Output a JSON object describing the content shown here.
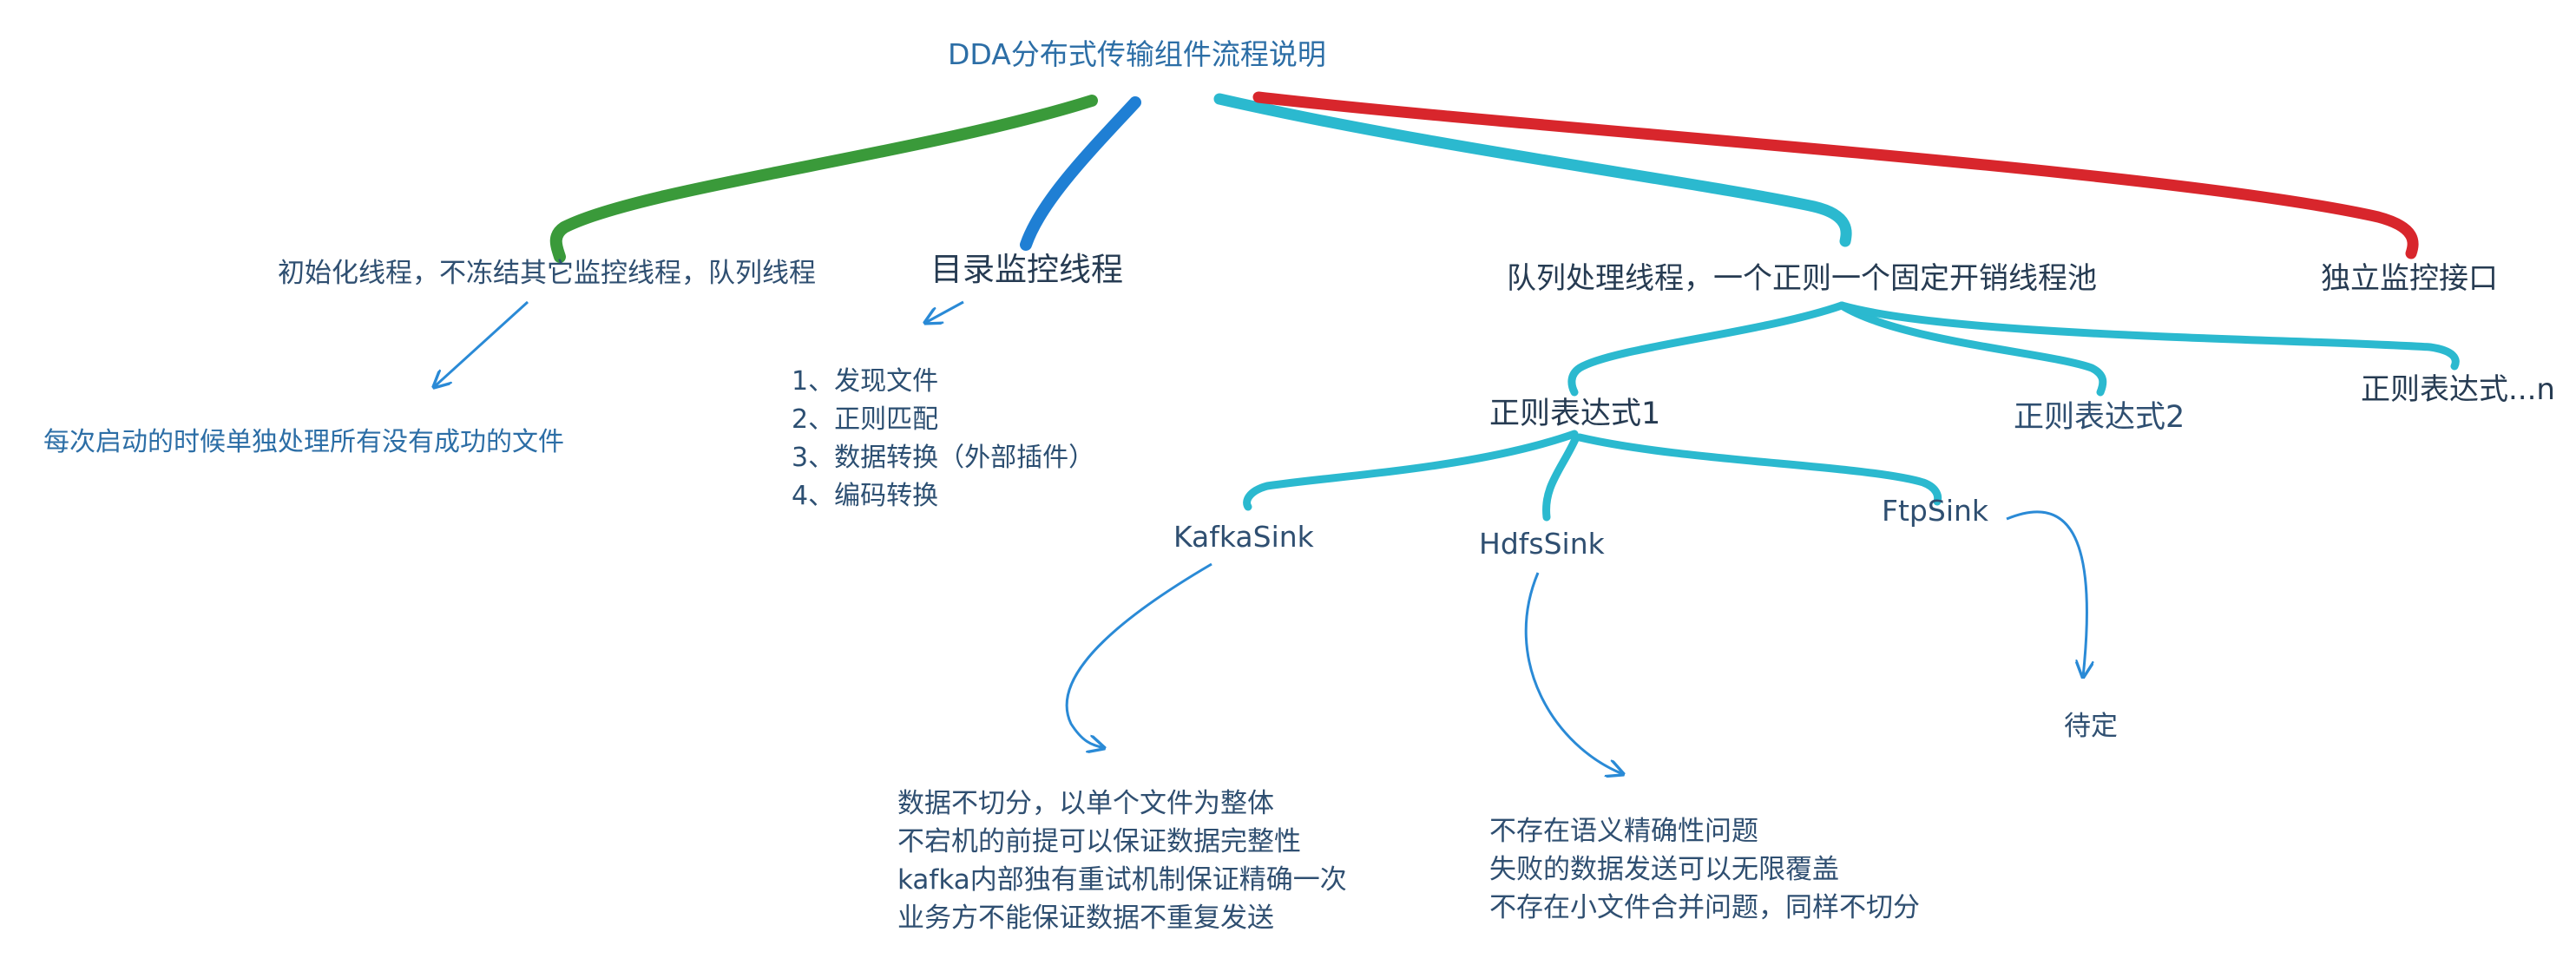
{
  "title": "DDA分布式传输组件流程说明",
  "colors": {
    "green": "#3a9a3a",
    "blue": "#1f7fd4",
    "cyan": "#2bb9cf",
    "red": "#d8262c",
    "arrow": "#2a8ad6"
  },
  "branches": {
    "init": {
      "label": "初始化线程，不冻结其它监控线程，队列线程",
      "note": "每次启动的时候单独处理所有没有成功的文件"
    },
    "dir": {
      "label": "目录监控线程",
      "steps": [
        "1、发现文件",
        "2、正则匹配",
        "3、数据转换（外部插件）",
        "4、编码转换"
      ]
    },
    "queue": {
      "label": "队列处理线程，一个正则一个固定开销线程池",
      "regex": [
        "正则表达式1",
        "正则表达式2",
        "正则表达式...n"
      ],
      "sinks": {
        "kafka": {
          "label": "KafkaSink",
          "notes": [
            "数据不切分，以单个文件为整体",
            "不宕机的前提可以保证数据完整性",
            "kafka内部独有重试机制保证精确一次",
            "业务方不能保证数据不重复发送"
          ]
        },
        "hdfs": {
          "label": "HdfsSink",
          "notes": [
            "不存在语义精确性问题",
            "失败的数据发送可以无限覆盖",
            "不存在小文件合并问题，同样不切分"
          ]
        },
        "ftp": {
          "label": "FtpSink",
          "note": "待定"
        }
      }
    },
    "iface": {
      "label": "独立监控接口"
    }
  }
}
